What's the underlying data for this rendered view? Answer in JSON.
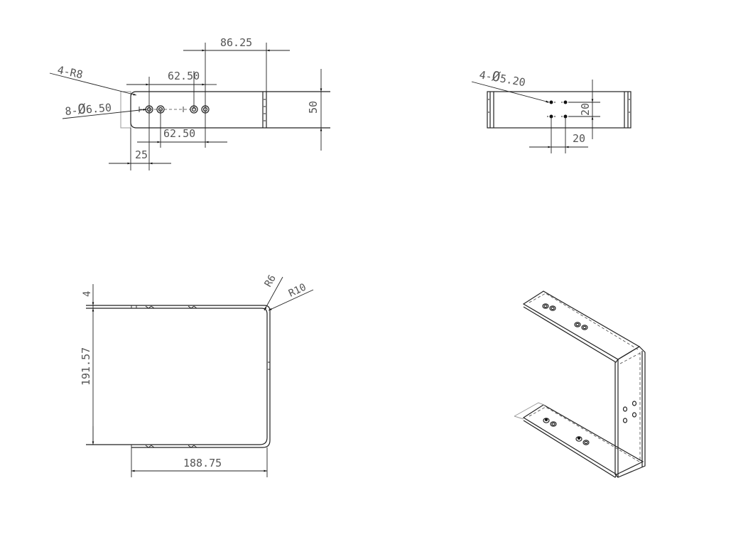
{
  "drawing": {
    "views": {
      "top_view": {
        "label_r8": "4-R8",
        "label_holes": "8-Ø6.50",
        "hole_prefix": "8-",
        "hole_symbol": "Ø",
        "hole_size": "6.50",
        "dim_86_25": "86.25",
        "dim_62_50_top": "62.50",
        "dim_62_50_bottom": "62.50",
        "dim_25": "25",
        "dim_50": "50"
      },
      "side_view": {
        "hole_prefix": "4-",
        "hole_symbol": "Ø",
        "hole_size": "5.20",
        "dim_20_vertical": "20",
        "dim_20_horizontal": "20"
      },
      "front_view": {
        "dim_4": "4",
        "dim_191_57": "191.57",
        "dim_188_75": "188.75",
        "label_r6": "R6",
        "label_r10": "R10"
      },
      "iso_view": {
        "description": "U-shaped sheet metal bracket isometric"
      }
    }
  }
}
